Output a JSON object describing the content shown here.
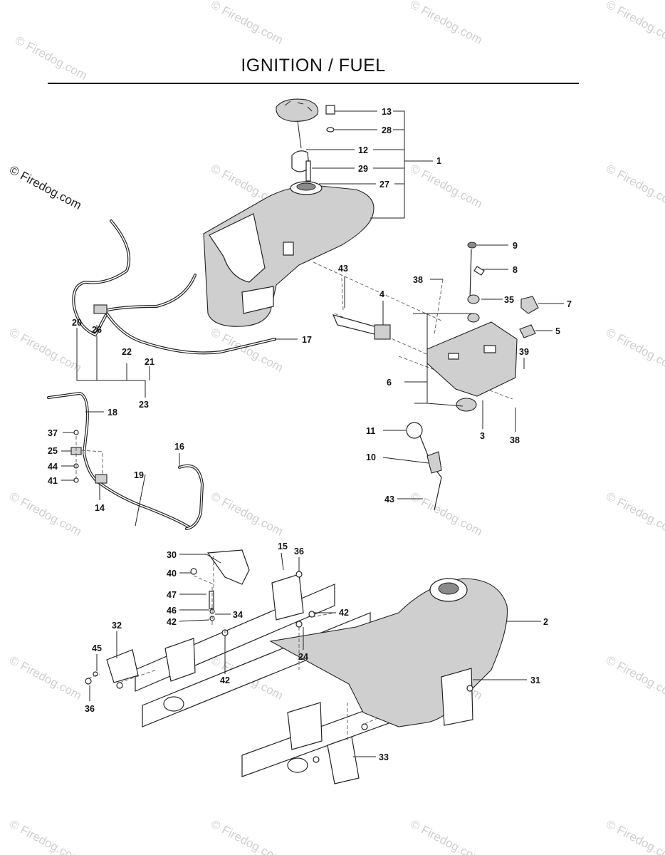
{
  "title": "IGNITION / FUEL",
  "watermark": {
    "text": "© Firedog.com",
    "short": "©"
  },
  "callouts": [
    "13",
    "28",
    "12",
    "1",
    "29",
    "27",
    "9",
    "8",
    "38",
    "43",
    "4",
    "35",
    "7",
    "5",
    "39",
    "6",
    "3",
    "11",
    "10",
    "17",
    "20",
    "26",
    "22",
    "21",
    "23",
    "18",
    "37",
    "25",
    "44",
    "41",
    "14",
    "16",
    "19",
    "15",
    "36",
    "30",
    "40",
    "47",
    "46",
    "42",
    "34",
    "2",
    "32",
    "45",
    "24",
    "31",
    "33"
  ]
}
